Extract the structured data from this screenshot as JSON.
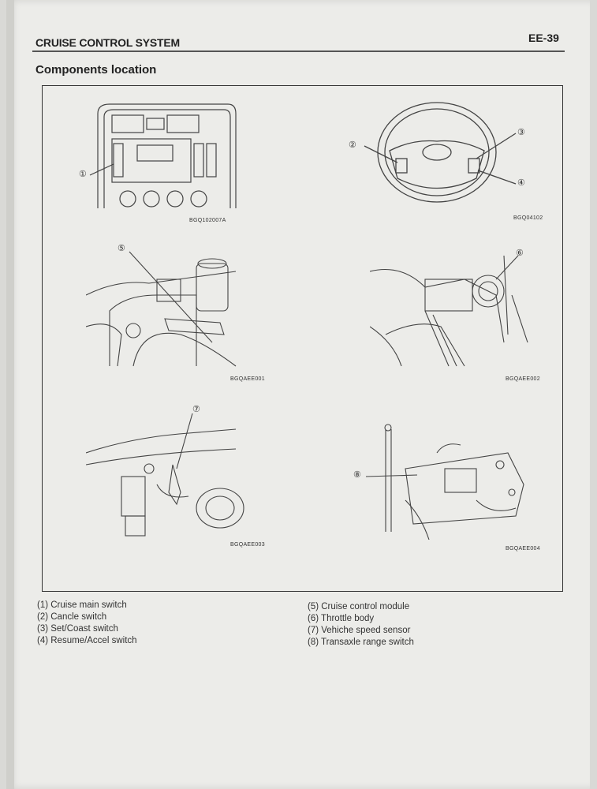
{
  "header": {
    "title": "CRUISE CONTROL SYSTEM",
    "page_number": "EE-39"
  },
  "section": {
    "title": "Components location"
  },
  "figures": [
    {
      "id": "BGQ102007A",
      "callouts": [
        "①"
      ]
    },
    {
      "id": "BGQ04102",
      "callouts": [
        "②",
        "③",
        "④"
      ]
    },
    {
      "id": "BGQAEE001",
      "callouts": [
        "⑤"
      ]
    },
    {
      "id": "BGQAEE002",
      "callouts": [
        "⑥"
      ]
    },
    {
      "id": "BGQAEE003",
      "callouts": [
        "⑦"
      ]
    },
    {
      "id": "BGQAEE004",
      "callouts": [
        "⑧"
      ]
    }
  ],
  "legend": {
    "left": [
      "(1) Cruise main switch",
      "(2) Cancle switch",
      "(3) Set/Coast switch",
      "(4) Resume/Accel switch"
    ],
    "right": [
      "(5) Cruise control module",
      "(6) Throttle body",
      "(7) Vehiche speed sensor",
      "(8) Transaxle range switch"
    ]
  }
}
